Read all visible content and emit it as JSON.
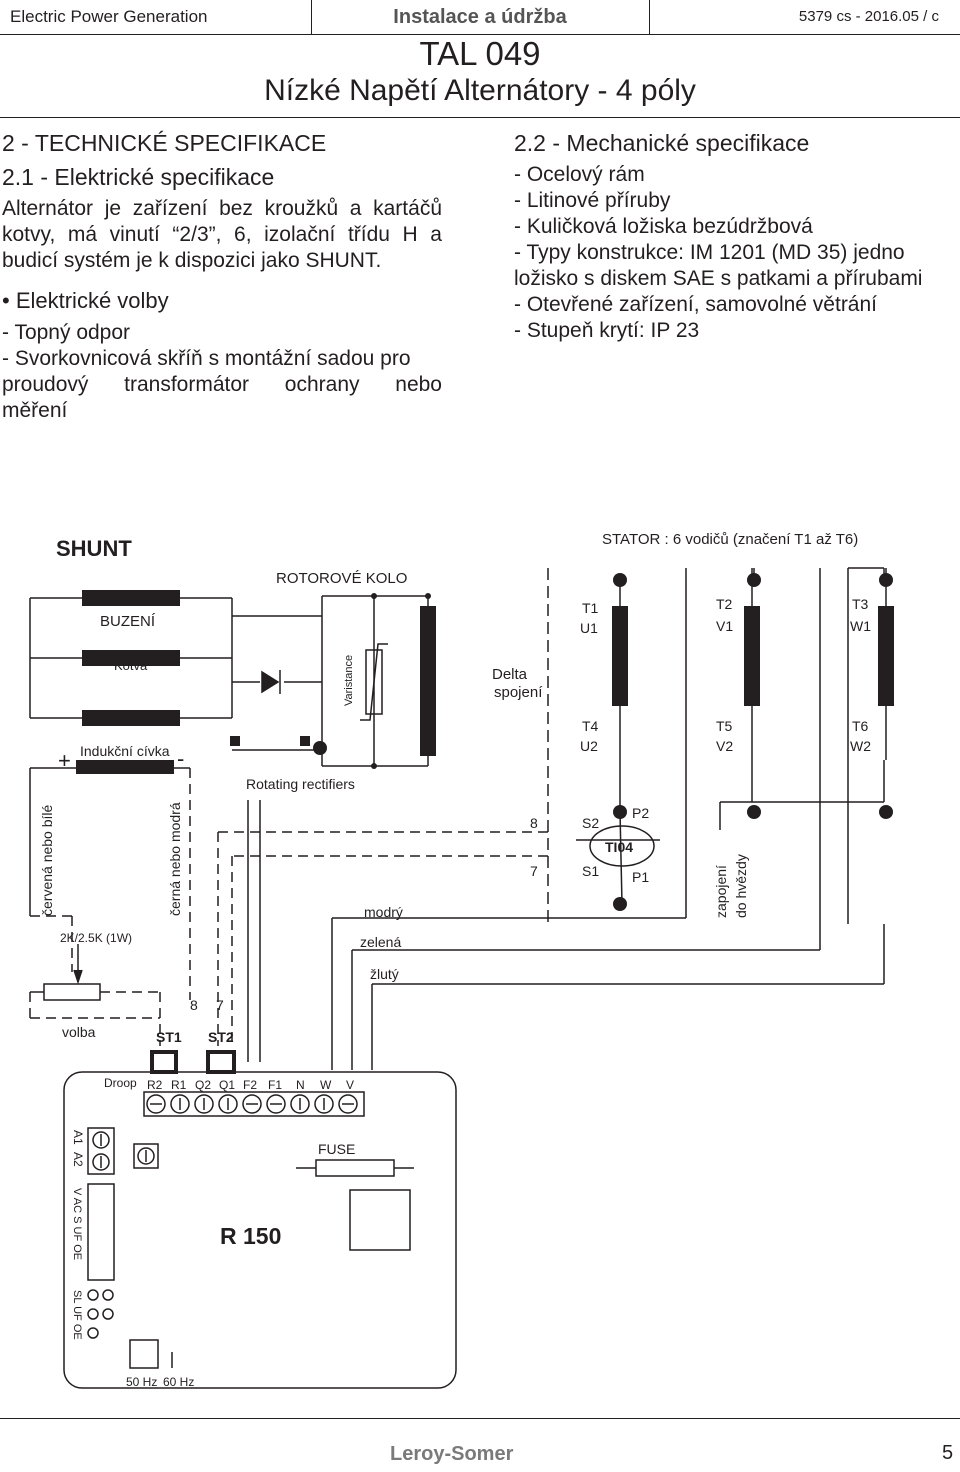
{
  "header": {
    "left": "Electric Power Generation",
    "center": "Instalace a údržba",
    "right": "5379 cs - 2016.05 / c"
  },
  "title": {
    "main": "TAL 049",
    "sub": "Nízké Napětí Alternátory - 4 póly"
  },
  "left_column": {
    "section_title": "2 - TECHNICKÉ SPECIFIKACE",
    "subsection_title": "2.1 - Elektrické specifikace",
    "intro_lines": [
      "Alternátor je zařízení bez kroužků a kartáčů",
      "kotvy, má vinutí “2/3”, 6, izolační třídu H a",
      "budicí systém je k dispozici jako SHUNT."
    ],
    "options_title": "• Elektrické volby",
    "options_lines": [
      "- Topný odpor",
      "- Svorkovnicová skříň s montážní sadou pro",
      "proudový transformátor ochrany nebo",
      "měření"
    ]
  },
  "right_column": {
    "subsection_title": "2.2 - Mechanické specifikace",
    "lines": [
      "- Ocelový rám",
      "- Litinové příruby",
      "- Kuličková ložiska bezúdržbová",
      "- Typy konstrukce: IM 1201 (MD 35) jedno",
      "ložisko s diskem SAE s patkami a přírubami",
      "- Otevřené zařízení, samovolné větrání",
      "- Stupeň krytí: IP 23"
    ]
  },
  "diagram": {
    "shunt": "SHUNT",
    "stator": "STATOR : 6 vodičů (značení T1 až T6)",
    "rotor": "ROTOROVÉ KOLO",
    "buzeni": "BUZENÍ",
    "kotva": "Kotva",
    "varistance": "Varistance",
    "delta1": "Delta",
    "delta2": "spojení",
    "t1": "T1",
    "u1": "U1",
    "t2": "T2",
    "v1": "V1",
    "t3": "T3",
    "w1": "W1",
    "t4": "T4",
    "u2": "U2",
    "t5": "T5",
    "v2": "V2",
    "t6": "T6",
    "w2": "W2",
    "plus": "+",
    "minus": "-",
    "indukcni": "Indukční cívka",
    "rotating": "Rotating rectifiers",
    "cervena": "červená nebo bílé",
    "cerna": "černá nebo modrá",
    "n8a": "8",
    "n7a": "7",
    "s2": "S2",
    "s1": "S1",
    "p2": "P2",
    "p1": "P1",
    "ti04": "TI04",
    "zapojeni1": "zapojení",
    "zapojeni2": "do hvězdy",
    "modry": "modrý",
    "zelena": "zelená",
    "zluty": "žlutý",
    "pot": "2K/2.5K (1W)",
    "volba": "volba",
    "n8b": "8",
    "n7b": "7",
    "st1": "ST1",
    "st2": "ST2",
    "droop": "Droop",
    "terminals": [
      "R2",
      "R1",
      "Q2",
      "Q1",
      "F2",
      "F1",
      "N",
      "W",
      "V"
    ],
    "fuse": "FUSE",
    "a1": "A1",
    "a2": "A2",
    "v_ac": "V  AC  S  UF OE",
    "sl": "SL  UF OE",
    "r150": "R 150",
    "hz50": "50 Hz",
    "hz60": "60 Hz"
  },
  "footer": {
    "brand": "Leroy-Somer",
    "page": "5"
  }
}
